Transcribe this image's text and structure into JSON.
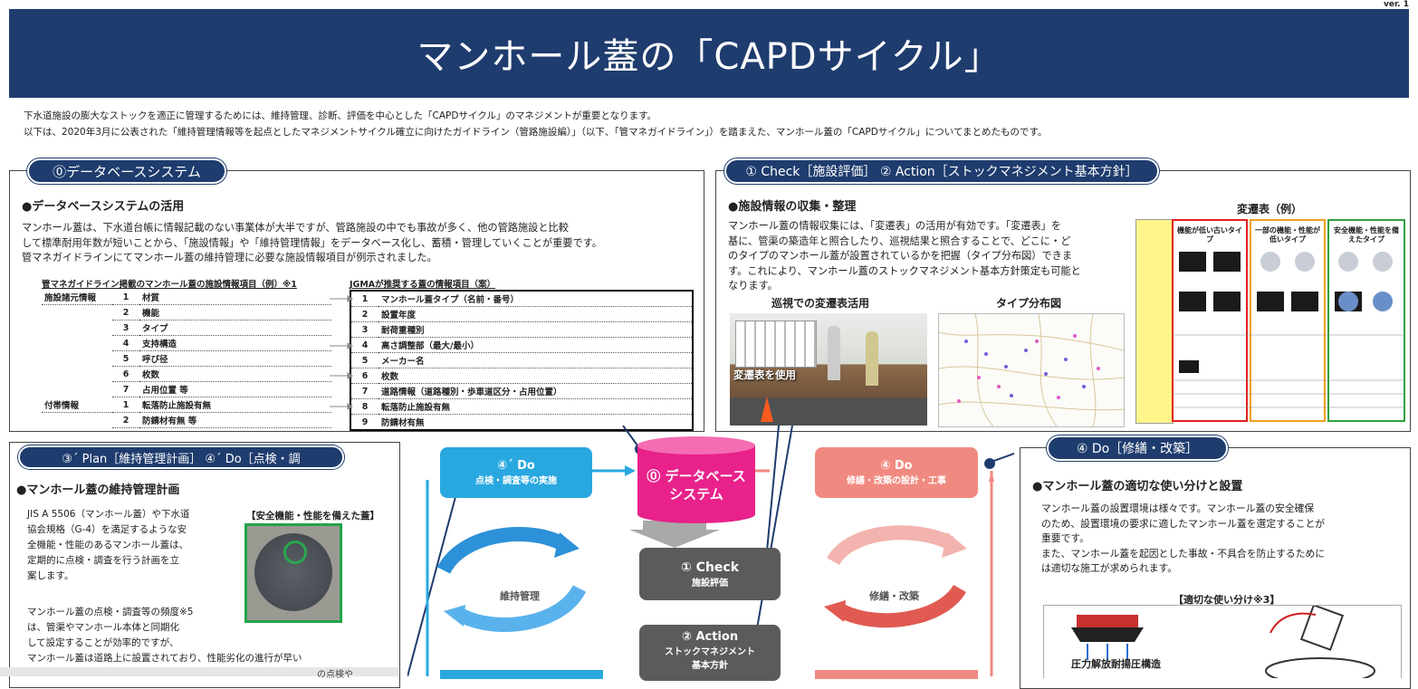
{
  "version": "ver. 1",
  "title": "マンホール蓋の「CAPDサイクル」",
  "intro": [
    "下水道施設の膨大なストックを適正に管理するためには、維持管理、診断、評価を中心とした「CAPDサイクル」のマネジメントが重要となります。",
    "以下は、2020年3月に公表された「維持管理情報等を起点としたマネジメントサイクル確立に向けたガイドライン（管路施設編）」（以下、「管マネガイドライン」）を踏まえた、マンホール蓋の「CAPDサイクル」についてまとめたものです。"
  ],
  "db_panel": {
    "label": "⓪データベースシステム",
    "heading": "●データベースシステムの活用",
    "body": [
      "マンホール蓋は、下水道台帳に情報記載のない事業体が大半ですが、管路施設の中でも事故が多く、他の管路施設と比較",
      "して標準耐用年数が短いことから、「施設情報」や「維持管理情報」をデータベース化し、蓄積・管理していくことが重要です。",
      "管マネガイドラインにてマンホール蓋の維持管理に必要な施設情報項目が例示されました。"
    ],
    "left_table_title": "管マネガイドライン掲載のマンホール蓋の施設情報項目（例）※1",
    "right_table_title": "JGMAが推奨する蓋の情報項目（案）",
    "left_rows": [
      {
        "group": "施設諸元情報",
        "no": "1",
        "item": "材質"
      },
      {
        "group": "",
        "no": "2",
        "item": "機能"
      },
      {
        "group": "",
        "no": "3",
        "item": "タイプ"
      },
      {
        "group": "",
        "no": "4",
        "item": "支持構造"
      },
      {
        "group": "",
        "no": "5",
        "item": "呼び径"
      },
      {
        "group": "",
        "no": "6",
        "item": "枚数"
      },
      {
        "group": "",
        "no": "7",
        "item": "占用位置 等"
      },
      {
        "group": "付帯情報",
        "no": "1",
        "item": "転落防止施設有無"
      },
      {
        "group": "",
        "no": "2",
        "item": "防錆材有無 等"
      }
    ],
    "right_rows": [
      {
        "no": "1",
        "item": "マンホール蓋タイプ（名前・番号）"
      },
      {
        "no": "2",
        "item": "設置年度"
      },
      {
        "no": "3",
        "item": "耐荷重種別"
      },
      {
        "no": "4",
        "item": "高さ調整部（最大/最小）"
      },
      {
        "no": "5",
        "item": "メーカー名"
      },
      {
        "no": "6",
        "item": "枚数"
      },
      {
        "no": "7",
        "item": "道路情報（道路種別・歩車道区分・占用位置）"
      },
      {
        "no": "8",
        "item": "転落防止施設有無"
      },
      {
        "no": "9",
        "item": "防錆材有無"
      }
    ]
  },
  "check_panel": {
    "label": "① Check［施設評価］ ② Action［ストックマネジメント基本方針］",
    "heading": "●施設情報の収集・整理",
    "body": [
      "マンホール蓋の情報収集には、「変遷表」の活用が有効です。「変遷表」を",
      "基に、管渠の築造年と照合したり、巡視結果と照合することで、どこに・ど",
      "のタイプのマンホール蓋が設置されているかを把握（タイプ分布図）できま",
      "す。これにより、マンホール蓋のストックマネジメント基本方針策定も可能と",
      "なります。"
    ],
    "photo1_caption": "巡視での変遷表活用",
    "photo1_label": "変遷表を使用",
    "photo2_caption": "タイプ分布図",
    "hensen_title": "変遷表（例）",
    "hensen_cols": [
      "機能が低い古いタイプ",
      "一部の機能・性能が低いタイプ",
      "安全機能・性能を備えたタイプ"
    ]
  },
  "plan_panel": {
    "label": "③´ Plan［維持管理計画］ ④´ Do［点検・調",
    "heading": "●マンホール蓋の維持管理計画",
    "body1": [
      "JIS A 5506（マンホール蓋）や下水道",
      "協会規格（G-4）を満足するような安",
      "全機能・性能のあるマンホール蓋は、",
      "定期的に点検・調査を行う計画を立",
      "案します。"
    ],
    "photo_caption": "【安全機能・性能を備えた蓋】",
    "body2": [
      "マンホール蓋の点検・調査等の頻度※5",
      "は、管渠やマンホール本体と同期化",
      "して設定することが効率的ですが、",
      "マンホール蓋は道路上に設置されており、性能劣化の進行が早い"
    ],
    "cut_text": "の点検や"
  },
  "cycle": {
    "do_prime_title": "④´ Do",
    "do_prime_sub": "点検・調査等の実施",
    "db_title": "⓪ データベース",
    "db_title2": "システム",
    "do_title": "④ Do",
    "do_sub": "修繕・改築の設計・工事",
    "check_title": "① Check",
    "check_sub": "施設評価",
    "action_title": "② Action",
    "action_sub1": "ストックマネジメント",
    "action_sub2": "基本方針",
    "left_loop": "維持管理",
    "right_loop": "修繕・改築"
  },
  "do_panel": {
    "label": "④ Do［修繕・改築］",
    "heading": "●マンホール蓋の適切な使い分けと設置",
    "body": [
      "マンホール蓋の設置環境は様々です。マンホール蓋の安全確保",
      "のため、設置環境の要求に適したマンホール蓋を選定することが",
      "重要です。",
      "また、マンホール蓋を起因とした事故・不具合を防止するために",
      "は適切な施工が求められます。"
    ],
    "figure_title": "【適切な使い分け※3】",
    "figure_label": "圧力解放耐揚圧構造"
  },
  "colors": {
    "navy": "#1f3c6e",
    "magenta": "#e8228a",
    "cyan": "#29a8e0",
    "salmon": "#f08a80",
    "gray": "#5b5b5b"
  }
}
